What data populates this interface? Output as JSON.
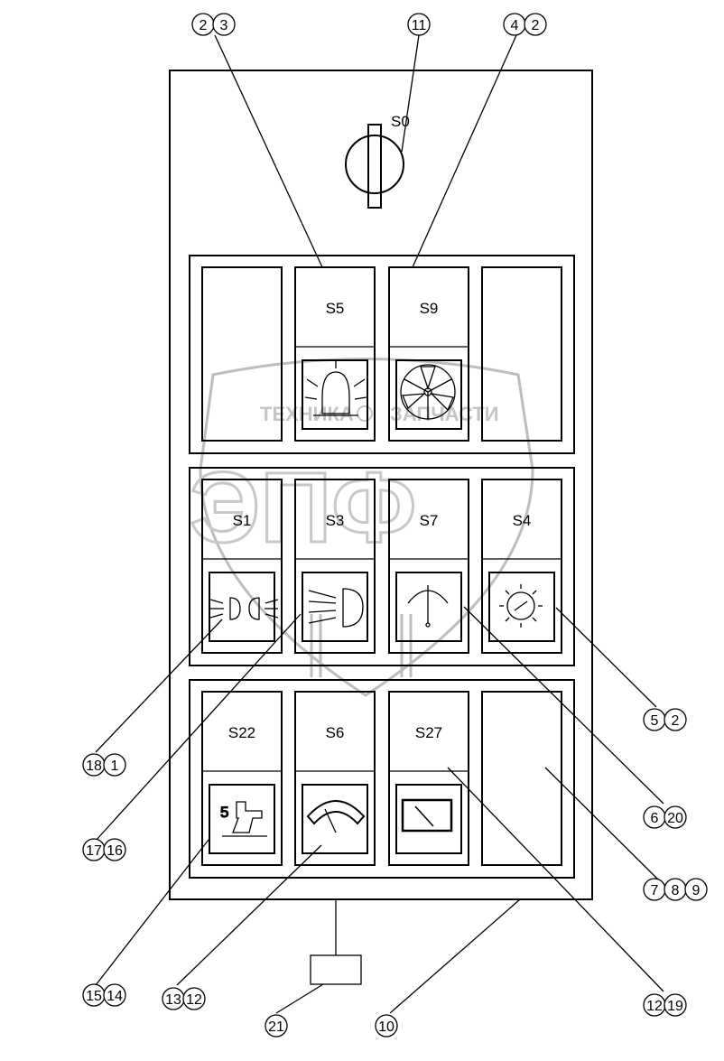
{
  "watermark": {
    "line1_left": "ТЕХНИКА",
    "line1_right": "ЗАПЧАСТИ",
    "logo": "ЭПФ"
  },
  "switch_label": "S0",
  "switches": [
    {
      "id": "blank-1",
      "label": "",
      "icon": "none"
    },
    {
      "id": "s5",
      "label": "S5",
      "icon": "beacon-icon"
    },
    {
      "id": "s9",
      "label": "S9",
      "icon": "fan-icon"
    },
    {
      "id": "blank-2",
      "label": "",
      "icon": "none"
    },
    {
      "id": "s1",
      "label": "S1",
      "icon": "side-lights-icon"
    },
    {
      "id": "s3",
      "label": "S3",
      "icon": "headlight-icon"
    },
    {
      "id": "s7",
      "label": "S7",
      "icon": "wiper-icon"
    },
    {
      "id": "s4",
      "label": "S4",
      "icon": "cabin-light-icon"
    },
    {
      "id": "s22",
      "label": "S22",
      "icon": "drill-icon"
    },
    {
      "id": "s6",
      "label": "S6",
      "icon": "gauge-icon"
    },
    {
      "id": "s27",
      "label": "S27",
      "icon": "meter-icon"
    },
    {
      "id": "blank-3",
      "label": "",
      "icon": "none"
    }
  ],
  "callouts": [
    {
      "id": "c-2-3",
      "digits": [
        "2",
        "3"
      ]
    },
    {
      "id": "c-11",
      "digits": [
        "11"
      ]
    },
    {
      "id": "c-4-2",
      "digits": [
        "4",
        "2"
      ]
    },
    {
      "id": "c-5-2",
      "digits": [
        "5",
        "2"
      ]
    },
    {
      "id": "c-18-1",
      "digits": [
        "18",
        "1"
      ]
    },
    {
      "id": "c-17-16",
      "digits": [
        "17",
        "16"
      ]
    },
    {
      "id": "c-6-20",
      "digits": [
        "6",
        "20"
      ]
    },
    {
      "id": "c-7-8-9",
      "digits": [
        "7",
        "8",
        "9"
      ]
    },
    {
      "id": "c-15-14",
      "digits": [
        "15",
        "14"
      ]
    },
    {
      "id": "c-13-12",
      "digits": [
        "13",
        "12"
      ]
    },
    {
      "id": "c-21",
      "digits": [
        "21"
      ]
    },
    {
      "id": "c-10",
      "digits": [
        "10"
      ]
    },
    {
      "id": "c-12-19",
      "digits": [
        "12",
        "19"
      ]
    }
  ],
  "drill_digit": "5"
}
